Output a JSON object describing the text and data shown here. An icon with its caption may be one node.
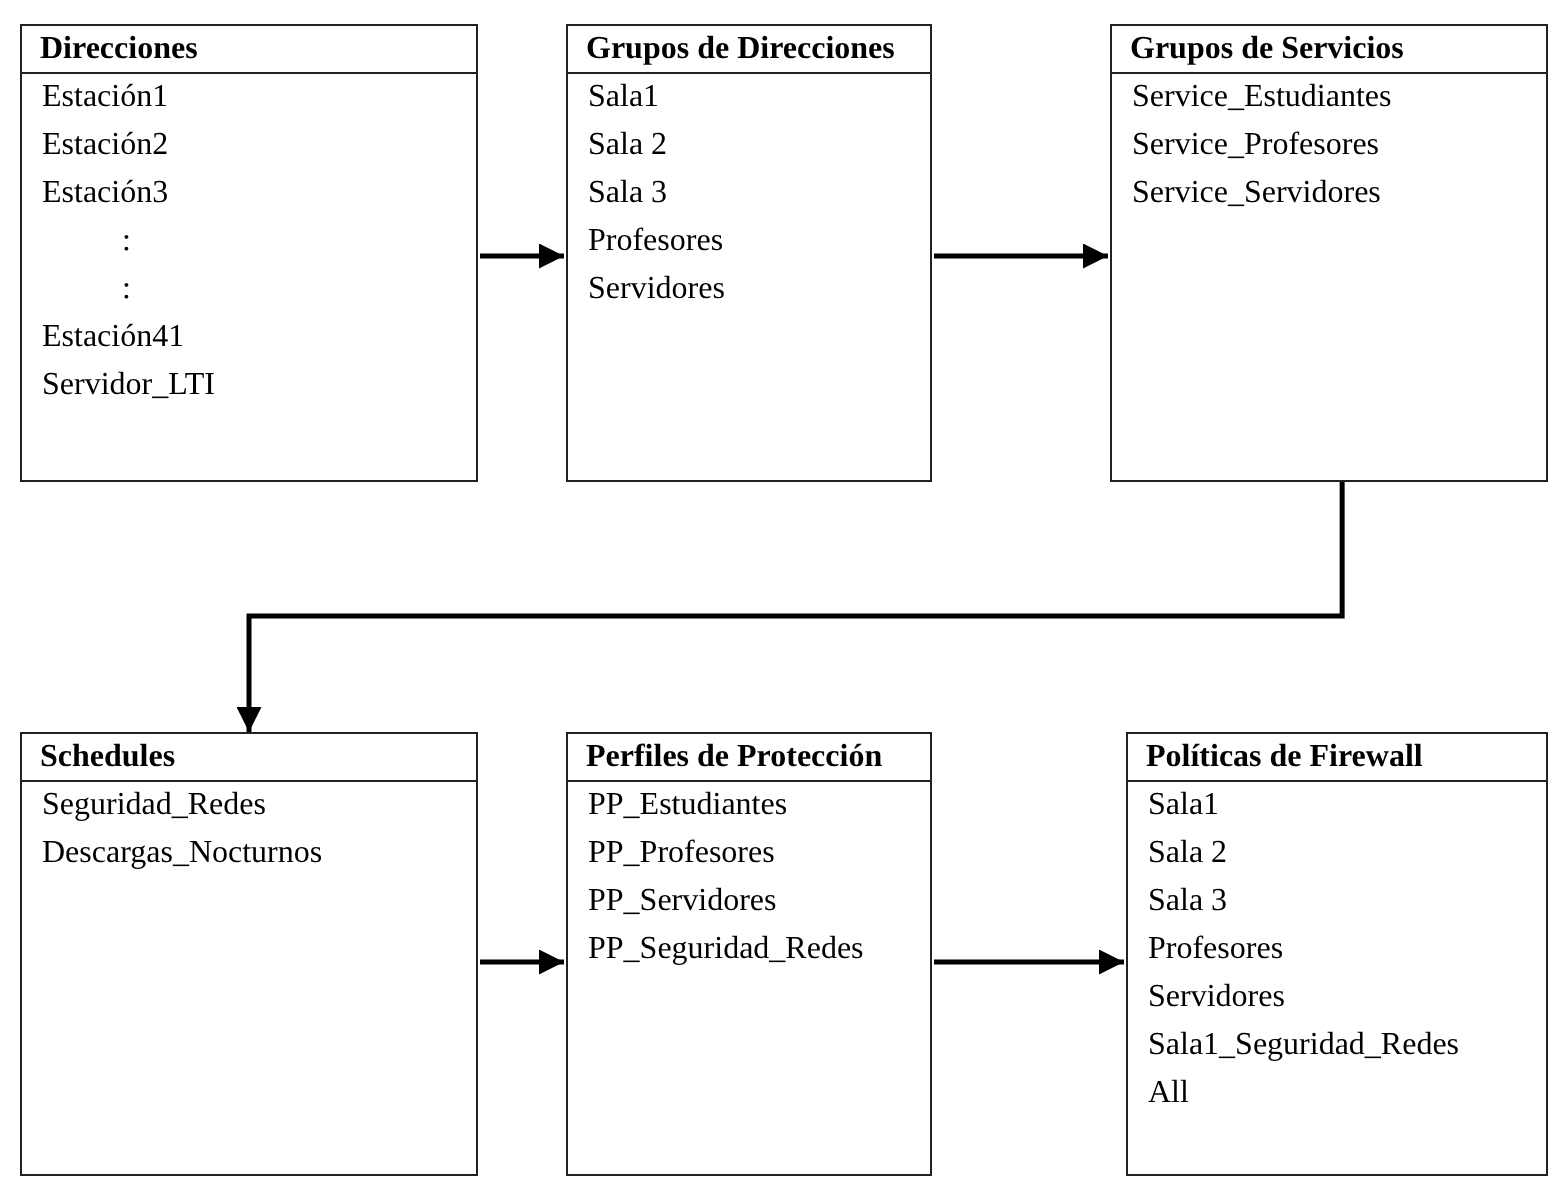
{
  "diagram": {
    "nodes": [
      {
        "text": [
          "Direcciones",
          "Estación1",
          "Estación2",
          "Estación3",
          ":",
          ":",
          "Estación41",
          "Servidor_LTI"
        ]
      },
      {
        "text": [
          "Grupos de Direcciones",
          "Sala1",
          "Sala 2",
          "Sala 3",
          "Profesores",
          "Servidores"
        ]
      },
      {
        "text": [
          "Grupos de Servicios",
          "Service_Estudiantes",
          "Service_Profesores",
          "Service_Servidores"
        ]
      },
      {
        "text": [
          "Schedules",
          "Seguridad_Redes",
          "Descargas_Nocturnos"
        ]
      },
      {
        "text": [
          "Perfiles de Protección",
          "PP_Estudiantes",
          "PP_Profesores",
          "PP_Servidores",
          "PP_Seguridad_Redes"
        ]
      },
      {
        "text": [
          "Políticas de Firewall",
          "Sala1",
          "Sala 2",
          "Sala 3",
          "Profesores",
          "Servidores",
          "Sala1_Seguridad_Redes",
          "All"
        ]
      }
    ],
    "edges": [
      {
        "from": 0,
        "to": 1,
        "arrow": "to"
      },
      {
        "from": 1,
        "to": 2,
        "arrow": "to"
      },
      {
        "from": 2,
        "to": 3,
        "arrow": "to"
      },
      {
        "from": 3,
        "to": 4,
        "arrow": "to"
      },
      {
        "from": 4,
        "to": 5,
        "arrow": "to"
      }
    ]
  }
}
